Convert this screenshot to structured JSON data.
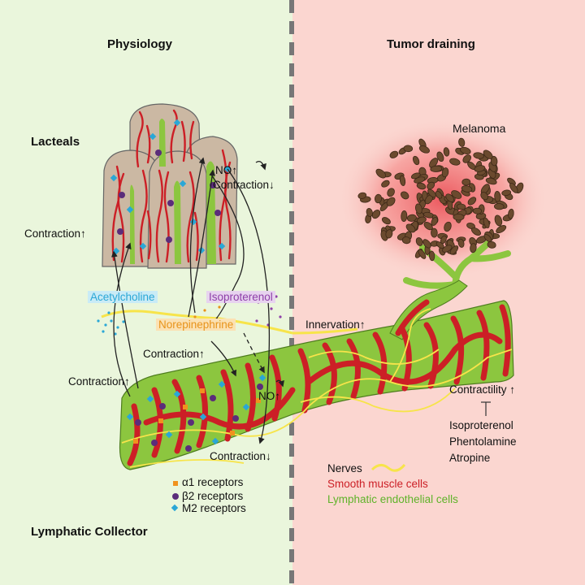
{
  "headings": {
    "physiology": "Physiology",
    "tumor_draining": "Tumor draining",
    "lacteals": "Lacteals",
    "lymphatic_collector": "Lymphatic Collector",
    "melanoma": "Melanoma"
  },
  "labels": {
    "no_lacteal": "NO",
    "contraction_down_lacteal": "Contraction",
    "contraction_up_lacteal": "Contraction",
    "contraction_up_mid": "Contraction",
    "contraction_up_collector": "Contraction",
    "no_collector": "NO",
    "contraction_down_collector": "Contraction",
    "innervation": "Innervation",
    "contractility": "Contractility"
  },
  "arrows": {
    "up": "↑",
    "down": "↓",
    "inhibit": "⊤"
  },
  "drugs": {
    "acetylcholine": "Acetylcholine",
    "isoproterenol": "Isoproterenol",
    "norepinephrine": "Norepinephrine"
  },
  "inhibitors": [
    "Isoproterenol",
    "Phentolamine",
    "Atropine"
  ],
  "receptor_legend": [
    {
      "label": "α1 receptors",
      "color": "#f0921e",
      "shape": "square"
    },
    {
      "label": "β2 receptors",
      "color": "#5b2d7a",
      "shape": "circle"
    },
    {
      "label": "M2 receptors",
      "color": "#2aa7d6",
      "shape": "diamond"
    }
  ],
  "cell_legend": {
    "nerves": "Nerves",
    "smooth_muscle": "Smooth muscle cells",
    "endothelial": "Lymphatic endothelial cells"
  },
  "colors": {
    "physiology_bg": "#eaf6dc",
    "tumor_bg": "#fbd6d0",
    "endothelial_green": "#8cc63f",
    "smooth_muscle_red": "#cc1f26",
    "nerve_yellow": "#f7e44a",
    "acetylcholine_tag": "#c9ebf6",
    "acetylcholine_text": "#2aa7d6",
    "isoproterenol_tag": "#e7d3ef",
    "isoproterenol_text": "#8e3fa8",
    "norepinephrine_tag": "#fbe1b3",
    "norepinephrine_text": "#e8931a",
    "melanoma_brown": "#6b4a2e",
    "lacteal_villus": "#cbb8a3"
  }
}
